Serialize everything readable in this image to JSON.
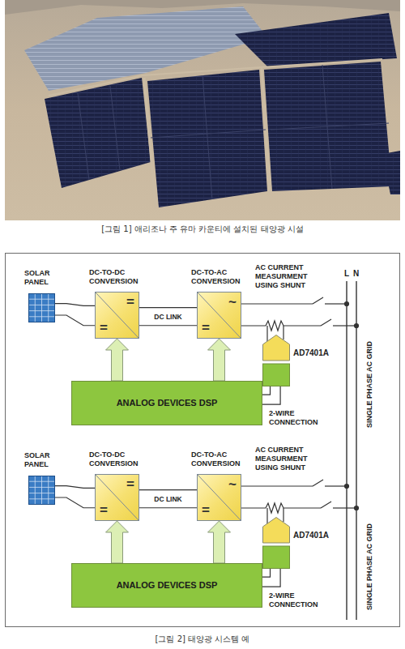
{
  "diagram": {
    "caption": "[그림 2] 태양광 시스템 예",
    "nodes": [
      {
        "text": [
          "SOLAR PANEL"
        ]
      },
      {
        "text": [
          "DC-TO-DC CONVERSION",
          "=",
          "="
        ]
      },
      {
        "text": [
          "DC-TO-AC CONVERSION",
          "~",
          "="
        ]
      },
      {
        "text": [
          "AD7401A"
        ]
      },
      {
        "text": [
          "ANALOG DEVICES DSP"
        ]
      },
      {
        "text": [
          "SOLAR PANEL"
        ]
      },
      {
        "text": [
          "DC-TO-DC CONVERSION",
          "=",
          "="
        ]
      },
      {
        "text": [
          "DC-TO-AC CONVERSION",
          "~",
          "="
        ]
      },
      {
        "text": [
          "AD7401A"
        ]
      },
      {
        "text": [
          "ANALOG DEVICES DSP"
        ]
      }
    ],
    "edges": [
      {
        "from": 0,
        "to": 1,
        "arrow": "none"
      },
      {
        "from": 1,
        "to": 2,
        "label": "DC LINK",
        "arrow": "none"
      },
      {
        "from": 4,
        "to": 1,
        "arrow": "to"
      },
      {
        "from": 4,
        "to": 2,
        "arrow": "to"
      },
      {
        "from": 3,
        "to": 4,
        "label": "2-WIRE CONNECTION",
        "arrow": "none"
      },
      {
        "from": 5,
        "to": 6,
        "arrow": "none"
      },
      {
        "from": 6,
        "to": 7,
        "label": "DC LINK",
        "arrow": "none"
      },
      {
        "from": 9,
        "to": 6,
        "arrow": "to"
      },
      {
        "from": 9,
        "to": 7,
        "arrow": "to"
      },
      {
        "from": 8,
        "to": 9,
        "label": "2-WIRE CONNECTION",
        "arrow": "none"
      }
    ],
    "labels": [
      "[그림 1] 애리조나 주 유마 카운티에 설치된 태양광 시설",
      "AC CURRENT MEASURMENT USING SHUNT",
      "L",
      "N",
      "SINGLE PHASE AC GRID",
      "AC CURRENT MEASURMENT USING SHUNT",
      "SINGLE PHASE AC GRID"
    ]
  }
}
